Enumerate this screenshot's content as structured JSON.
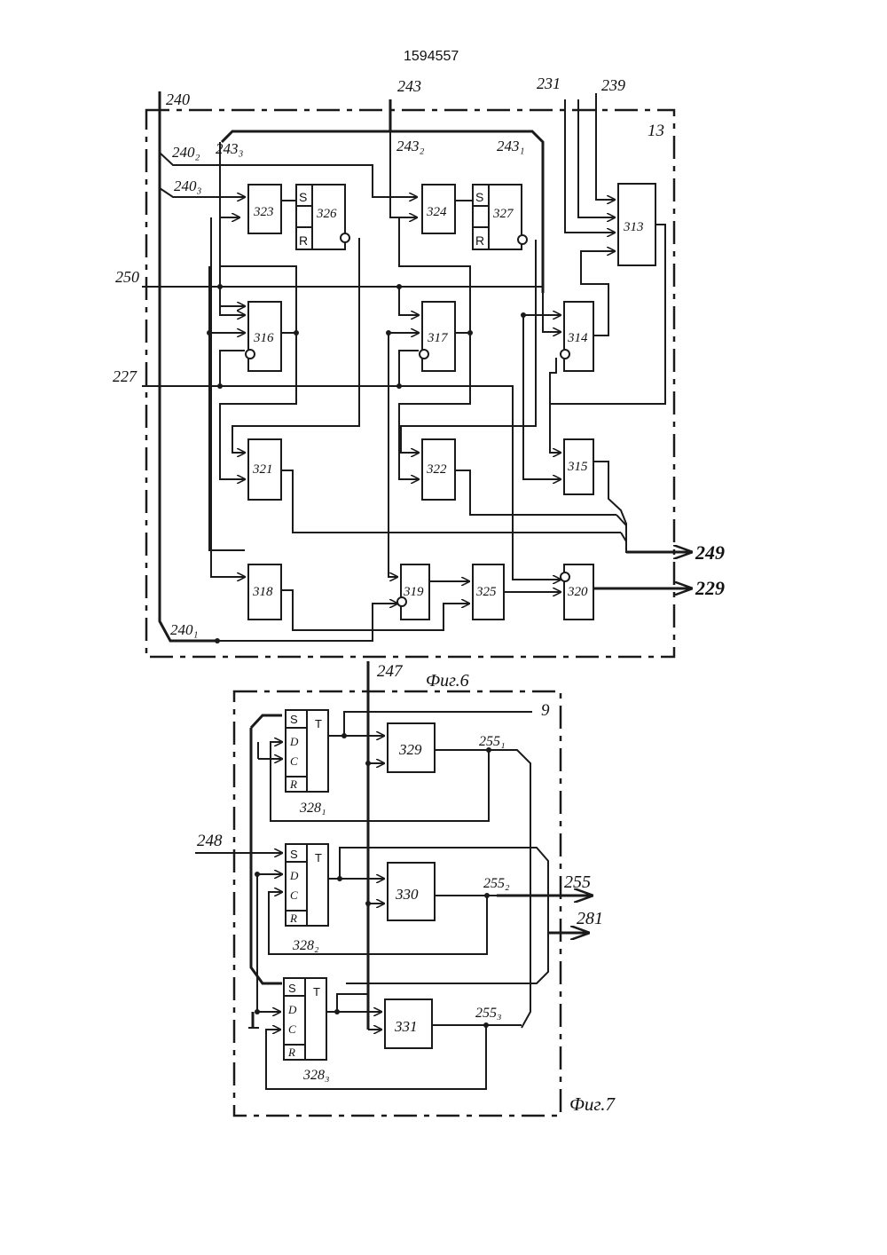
{
  "patent_number": "1594557",
  "fig6": {
    "caption": "Фиг.6",
    "block_id": "13",
    "buses": [
      "240",
      "243",
      "231",
      "239",
      "250",
      "227",
      "240₂",
      "240₃",
      "243₃",
      "243₂",
      "243₁",
      "240₁"
    ],
    "elements": [
      "313",
      "314",
      "315",
      "316",
      "317",
      "318",
      "319",
      "320",
      "321",
      "322",
      "323",
      "324",
      "325",
      "326",
      "327"
    ],
    "outputs": [
      "249",
      "229"
    ],
    "flipflop_pins": [
      "S",
      "R"
    ]
  },
  "fig7": {
    "caption": "Фиг.7",
    "block_id": "9",
    "inputs": [
      "247",
      "248"
    ],
    "elements": [
      "329",
      "330",
      "331"
    ],
    "triggers": [
      "328₁",
      "328₂",
      "328₃"
    ],
    "trigger_pins": [
      "S",
      "T",
      "D",
      "C",
      "R"
    ],
    "nets": [
      "255₁",
      "255₂",
      "255₃"
    ],
    "outputs": [
      "255",
      "281"
    ]
  }
}
